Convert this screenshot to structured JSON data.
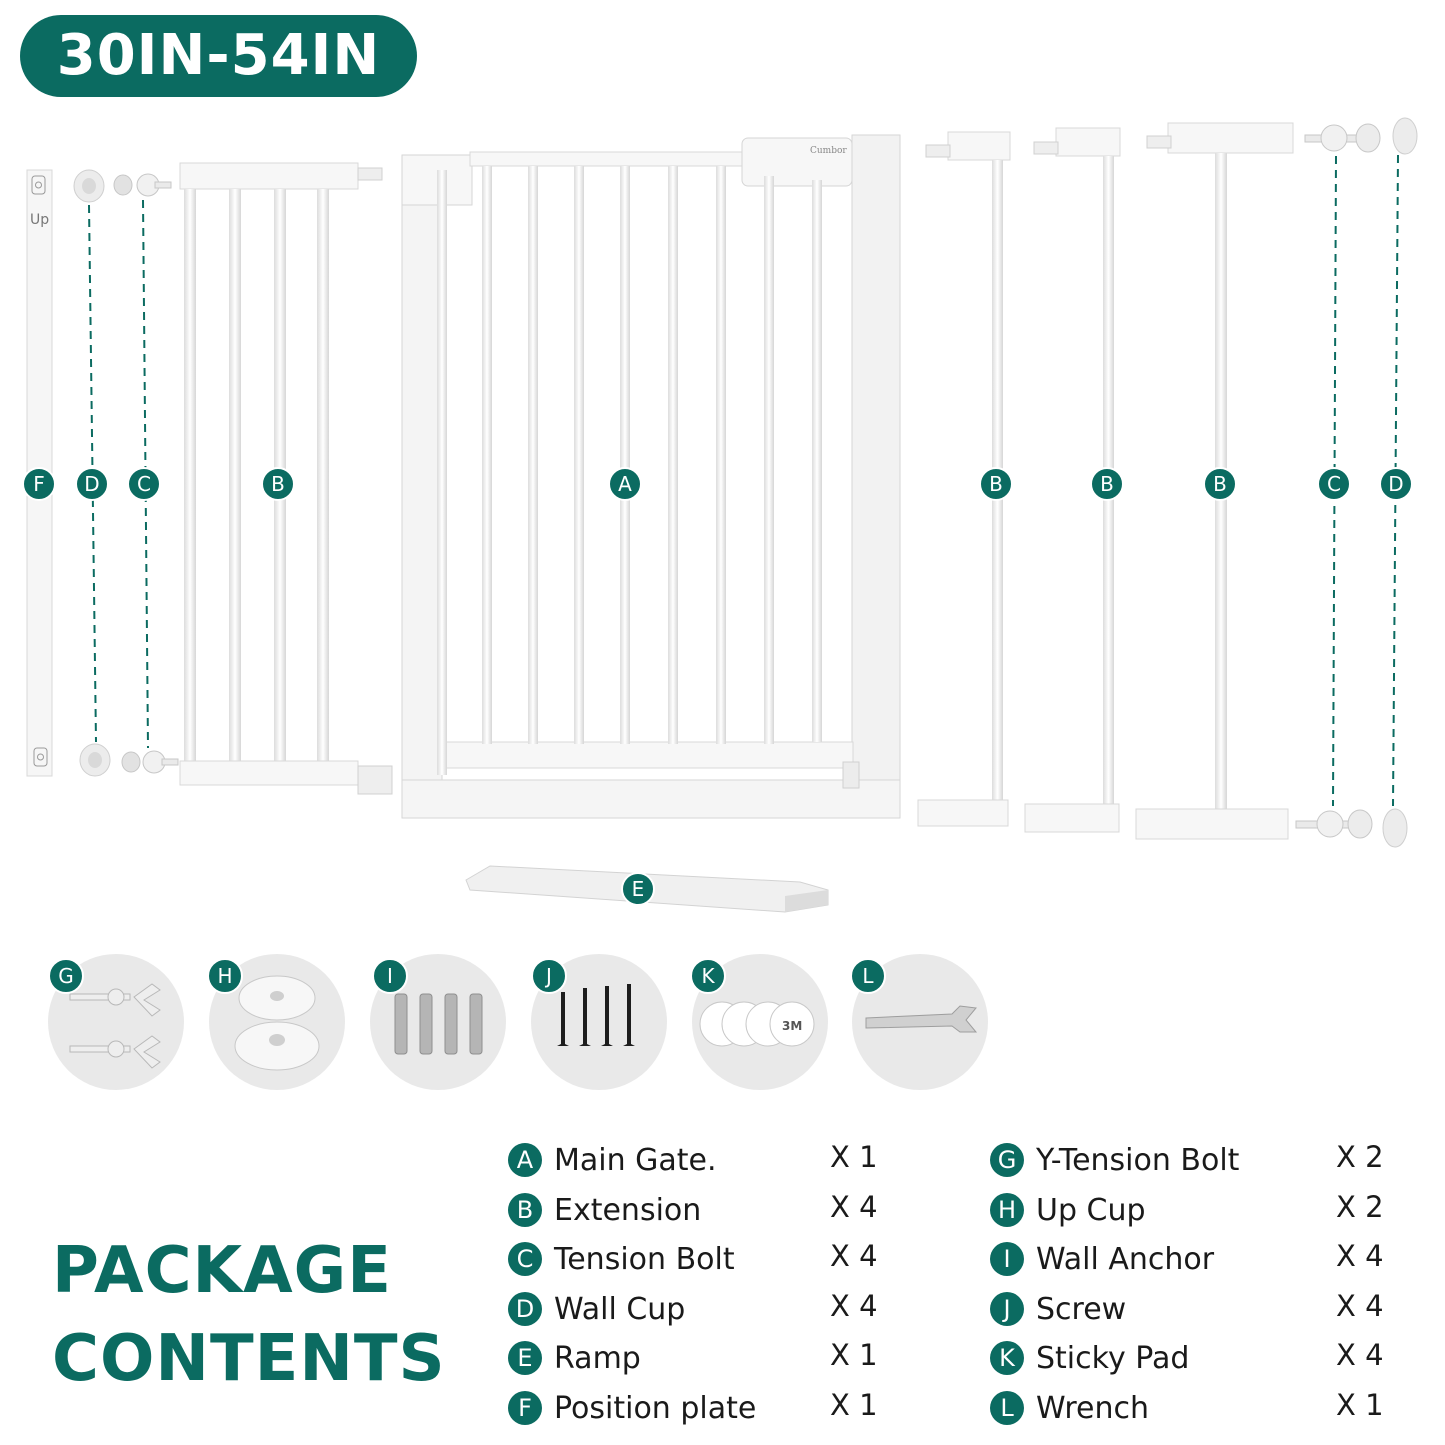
{
  "size_badge": "30IN-54IN",
  "position_plate": {
    "label": "Up"
  },
  "gate_brand": "Cumbor",
  "diagram_labels": {
    "F": "F",
    "D": "D",
    "C": "C",
    "B": "B",
    "A": "A",
    "E": "E"
  },
  "accessories": [
    {
      "letter": "G",
      "icon": "y-tension-bolt-icon"
    },
    {
      "letter": "H",
      "icon": "up-cup-icon"
    },
    {
      "letter": "I",
      "icon": "wall-anchor-icon"
    },
    {
      "letter": "J",
      "icon": "screw-icon"
    },
    {
      "letter": "K",
      "icon": "sticky-pad-icon",
      "pad_text": "3M"
    },
    {
      "letter": "L",
      "icon": "wrench-icon"
    }
  ],
  "title": {
    "line1": "PACKAGE",
    "line2": "CONTENTS"
  },
  "contents_left": [
    {
      "letter": "A",
      "name": "Main Gate.",
      "qty": "X 1"
    },
    {
      "letter": "B",
      "name": "Extension",
      "qty": "X 4"
    },
    {
      "letter": "C",
      "name": "Tension Bolt",
      "qty": "X 4"
    },
    {
      "letter": "D",
      "name": "Wall Cup",
      "qty": "X 4"
    },
    {
      "letter": "E",
      "name": "Ramp",
      "qty": "X 1"
    },
    {
      "letter": "F",
      "name": "Position plate",
      "qty": "X 1"
    }
  ],
  "contents_right": [
    {
      "letter": "G",
      "name": "Y-Tension Bolt",
      "qty": "X 2"
    },
    {
      "letter": "H",
      "name": "Up Cup",
      "qty": "X 2"
    },
    {
      "letter": "I",
      "name": "Wall Anchor",
      "qty": "X 4"
    },
    {
      "letter": "J",
      "name": "Screw",
      "qty": "X 4"
    },
    {
      "letter": "K",
      "name": "Sticky Pad",
      "qty": "X 4"
    },
    {
      "letter": "L",
      "name": "Wrench",
      "qty": "X 1"
    }
  ],
  "colors": {
    "brand": "#0b6b61",
    "gate": "#f4f4f4",
    "accessory_bg": "#e9e9e9"
  }
}
